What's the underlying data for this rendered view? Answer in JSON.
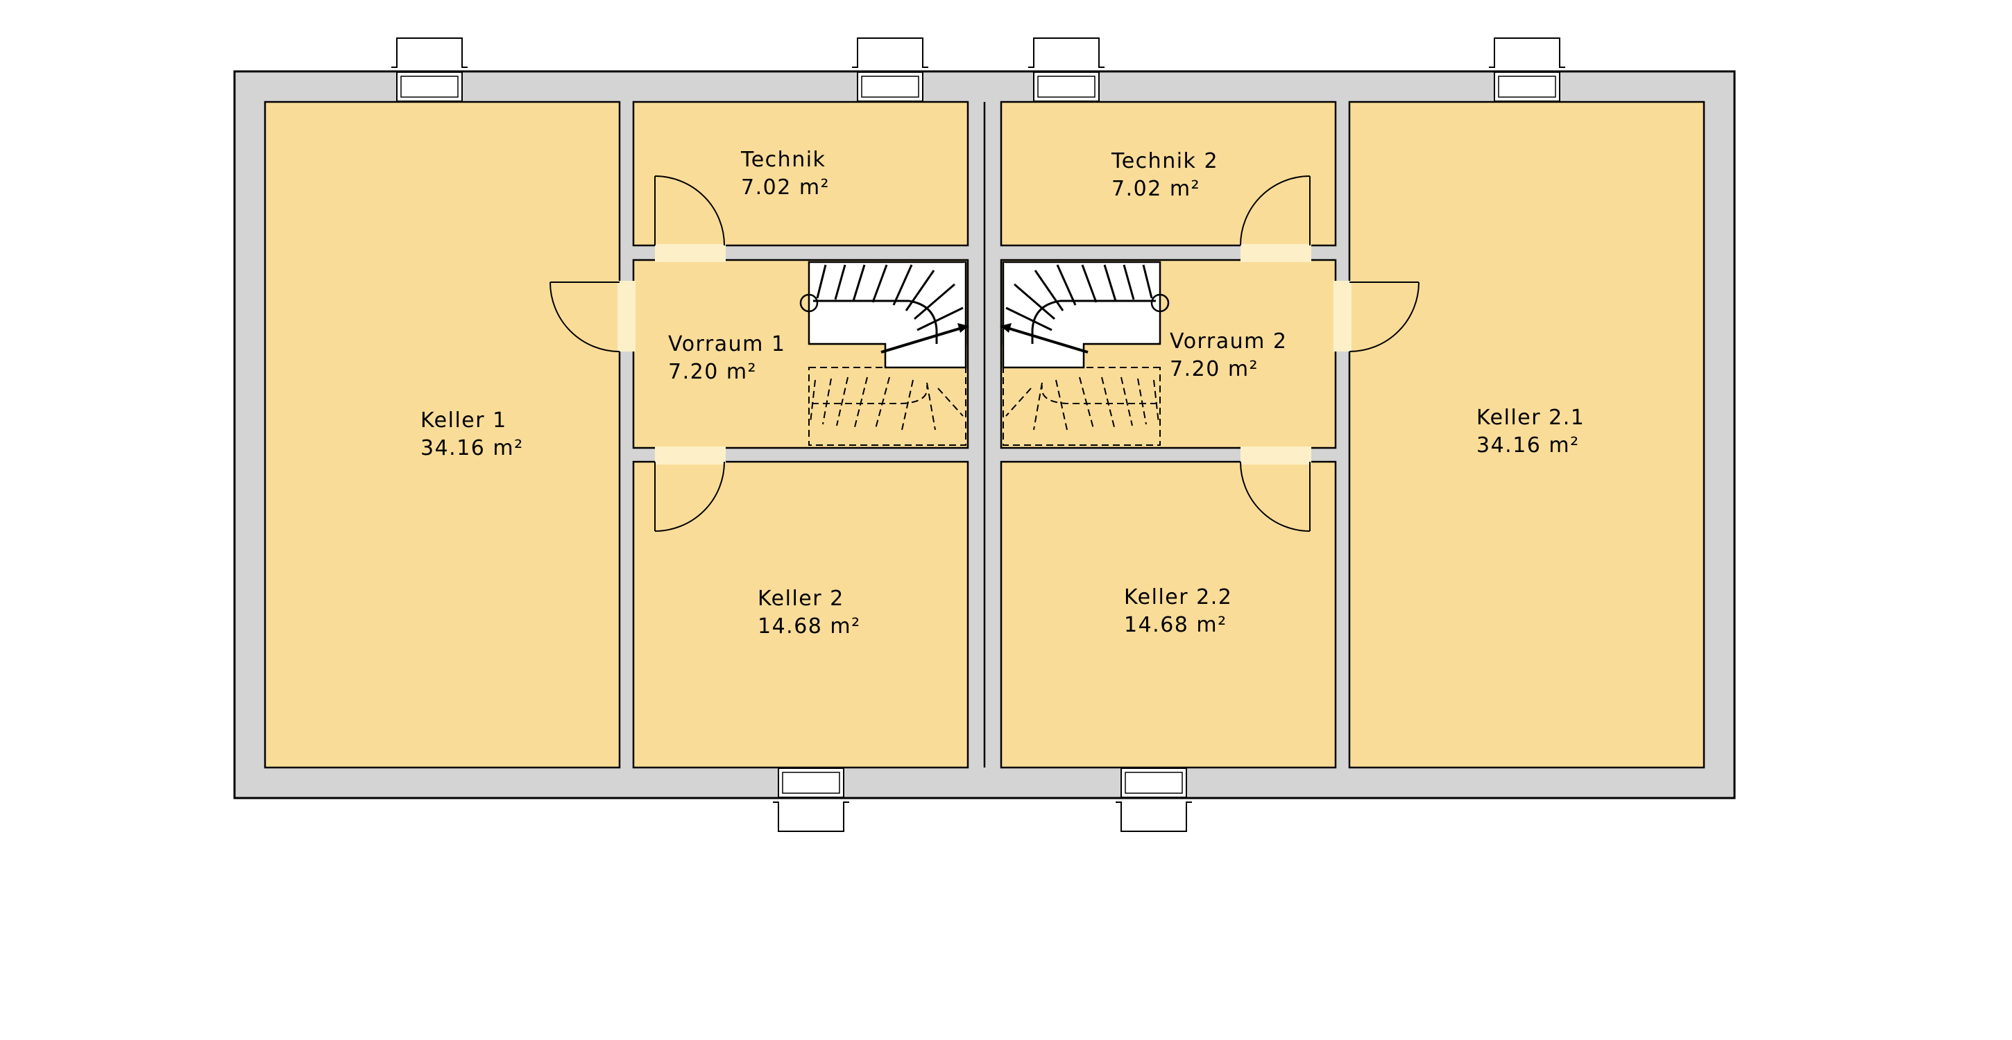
{
  "plan": {
    "colors": {
      "room_fill": "#f9dc98",
      "wall_fill": "#d4d4d4",
      "line": "#000000",
      "stair_fill": "#ffffff"
    },
    "rooms": [
      {
        "id": "keller-1",
        "name": "Keller 1",
        "area": "34.16 m²"
      },
      {
        "id": "technik",
        "name": "Technik",
        "area": "7.02 m²"
      },
      {
        "id": "vorraum-1",
        "name": "Vorraum 1",
        "area": "7.20 m²"
      },
      {
        "id": "keller-2",
        "name": "Keller 2",
        "area": "14.68 m²"
      },
      {
        "id": "technik-2",
        "name": "Technik 2",
        "area": "7.02 m²"
      },
      {
        "id": "vorraum-2",
        "name": "Vorraum 2",
        "area": "7.20 m²"
      },
      {
        "id": "keller-2-2",
        "name": "Keller 2.2",
        "area": "14.68 m²"
      },
      {
        "id": "keller-2-1",
        "name": "Keller 2.1",
        "area": "34.16 m²"
      }
    ]
  }
}
